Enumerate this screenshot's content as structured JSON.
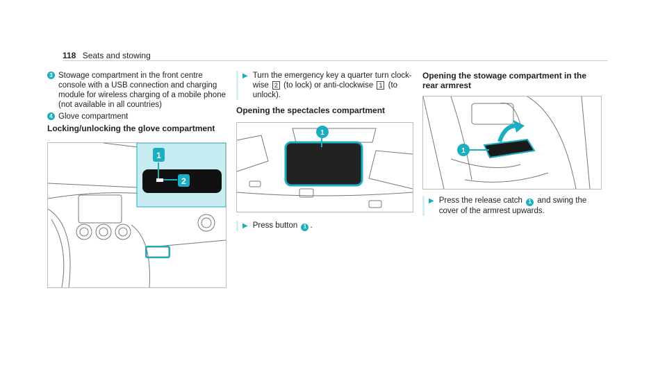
{
  "header": {
    "page_number": "118",
    "section": "Seats and stowing"
  },
  "col1": {
    "items": [
      {
        "num": "3",
        "text": "Stowage compartment in the front centre console with a USB connection and charging module for wireless charging of a mobile phone (not available in all countries)"
      },
      {
        "num": "4",
        "text": "Glove compartment"
      }
    ],
    "heading": "Locking/unlocking the glove compartment",
    "figure_callouts": [
      "1",
      "2"
    ]
  },
  "col2": {
    "step1": {
      "text_a": "Turn the emergency key a quarter turn clock-wise",
      "key_a": "2",
      "text_b": "(to lock) or anti-clockwise",
      "key_b": "1",
      "text_c": "(to unlock)."
    },
    "heading": "Opening the spectacles compartment",
    "figure_callout": "1",
    "step2": {
      "text_a": "Press button",
      "badge": "1",
      "text_b": "."
    }
  },
  "col3": {
    "heading": "Opening the stowage compartment in the rear armrest",
    "figure_callout": "1",
    "step": {
      "text_a": "Press the release catch",
      "badge": "1",
      "text_b": "and swing the cover of the armrest upwards."
    }
  },
  "colors": {
    "accent": "#1aaec0",
    "highlight": "#c7edf2"
  }
}
